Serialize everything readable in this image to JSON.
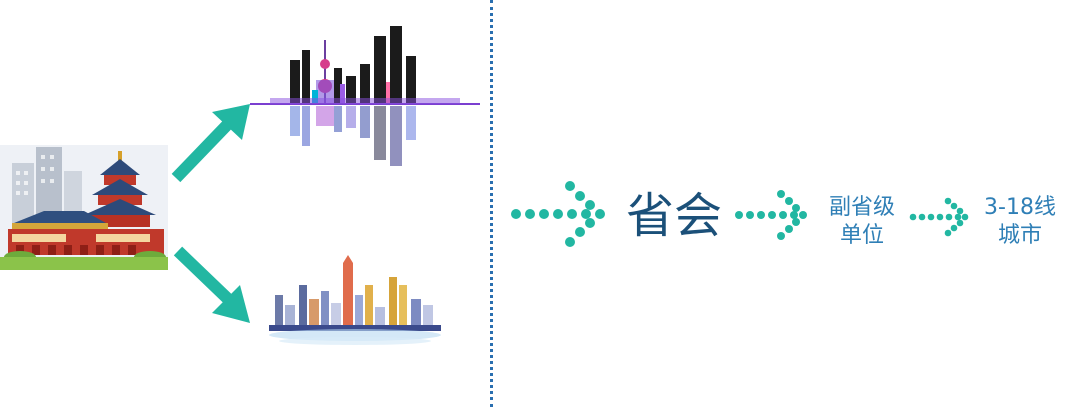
{
  "flow": {
    "stage1": "省会",
    "stage2": "副省级\n单位",
    "stage3": "3-18线\n城市"
  },
  "colors": {
    "arrow": "#22b7a2",
    "divider": "#2a6fb0",
    "text_dark": "#1b5079",
    "text_mid": "#2f7fb6"
  },
  "icons": {
    "source": "historic-city-illustration-icon",
    "top_target": "shanghai-skyline-icon",
    "bottom_target": "shenzhen-skyline-icon"
  }
}
